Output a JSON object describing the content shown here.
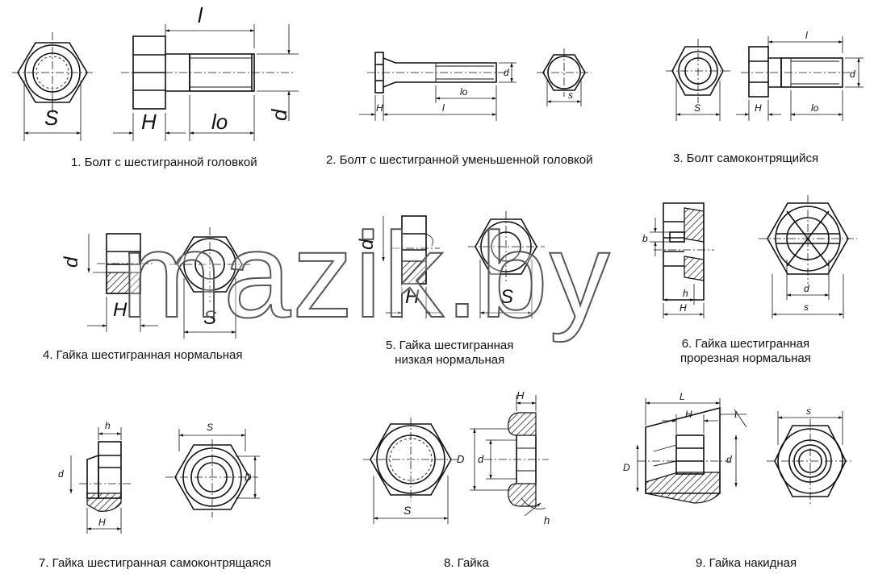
{
  "captions": {
    "c1": "1. Болт с шестигранной головкой",
    "c2": "2. Болт с шестигранной уменьшенной головкой",
    "c3": "3. Болт самоконтрящийся",
    "c4": "4. Гайка шестигранная нормальная",
    "c5": [
      "5. Гайка шестигранная",
      "низкая нормальная"
    ],
    "c6": [
      "6. Гайка шестигранная",
      "прорезная нормальная"
    ],
    "c7": "7. Гайка шестигранная самоконтрящаяся",
    "c8": "8. Гайка",
    "c9": "9. Гайка накидная"
  },
  "labels": {
    "S": "S",
    "s": "s",
    "H": "H",
    "h": "h",
    "l": "l",
    "lo": "lo",
    "d": "d",
    "D": "D",
    "L": "L",
    "t": "t",
    "b": "b"
  },
  "watermark": "mazik.by"
}
